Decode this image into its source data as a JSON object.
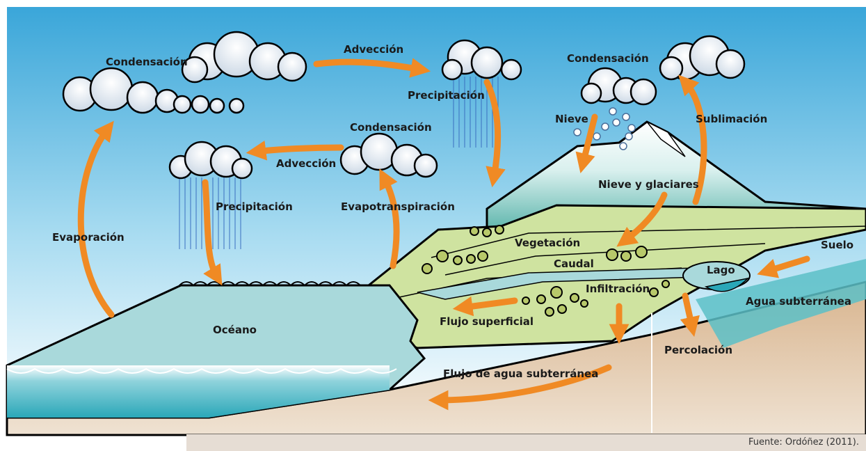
{
  "labels": {
    "condensacion_1": "Condensación",
    "advection_1": "Advección",
    "precipitacion_1": "Precipitación",
    "condensacion_2": "Condensación",
    "nieve": "Nieve",
    "sublimacion": "Sublimación",
    "condensacion_3": "Condensación",
    "advection_2": "Advección",
    "precipitacion_2": "Precipitación",
    "evapotranspiracion": "Evapotranspiración",
    "nieve_glaciares": "Nieve y glaciares",
    "evaporacion": "Evaporación",
    "vegetacion": "Vegetación",
    "caudal": "Caudal",
    "suelo": "Suelo",
    "lago": "Lago",
    "infiltracion": "Infiltración",
    "agua_subterranea": "Agua subterránea",
    "flujo_superficial": "Flujo superficial",
    "oceano": "Océano",
    "percolacion": "Percolación",
    "flujo_agua_subterranea": "Flujo de agua subterránea"
  },
  "source": "Fuente: Ordóñez (2011).",
  "colors": {
    "arrow": "#f08a24",
    "sky_top": "#3aa6d9",
    "ocean": "#a9d9db",
    "land": "#cfe3a0",
    "mountain": "#6fc0b8",
    "soil": "#e8d2b8"
  }
}
